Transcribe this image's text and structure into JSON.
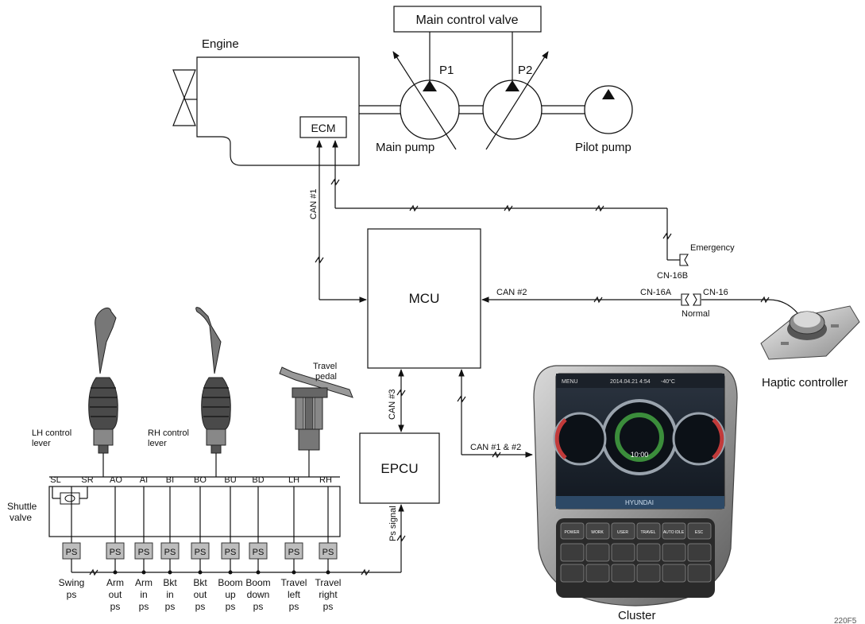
{
  "components": {
    "main_control_valve": "Main control valve",
    "engine": "Engine",
    "ecm": "ECM",
    "p1": "P1",
    "p2": "P2",
    "main_pump": "Main pump",
    "pilot_pump": "Pilot pump",
    "mcu": "MCU",
    "epcu": "EPCU",
    "emergency": "Emergency",
    "normal": "Normal",
    "haptic_controller": "Haptic controller",
    "cluster": "Cluster",
    "travel_pedal_line1": "Travel",
    "travel_pedal_line2": "pedal",
    "lh_lever_line1": "LH control",
    "lh_lever_line2": "lever",
    "rh_lever_line1": "RH control",
    "rh_lever_line2": "lever",
    "shuttle_valve_line1": "Shuttle",
    "shuttle_valve_line2": "valve",
    "figure_code": "220F5"
  },
  "signals": {
    "can1": "CAN #1",
    "can2": "CAN #2",
    "can3": "CAN #3",
    "can12": "CAN #1 & #2",
    "ps_signal": "Ps signal",
    "cn16b": "CN-16B",
    "cn16a": "CN-16A",
    "cn16": "CN-16"
  },
  "ports": [
    "SL",
    "SR",
    "AO",
    "AI",
    "BI",
    "BO",
    "BU",
    "BD",
    "LH",
    "RH"
  ],
  "ps_label": "PS",
  "sensors": [
    {
      "l1": "Swing",
      "l2": "ps",
      "l3": ""
    },
    {
      "l1": "Arm",
      "l2": "out",
      "l3": "ps"
    },
    {
      "l1": "Arm",
      "l2": "in",
      "l3": "ps"
    },
    {
      "l1": "Bkt",
      "l2": "in",
      "l3": "ps"
    },
    {
      "l1": "Bkt",
      "l2": "out",
      "l3": "ps"
    },
    {
      "l1": "Boom",
      "l2": "up",
      "l3": "ps"
    },
    {
      "l1": "Boom",
      "l2": "down",
      "l3": "ps"
    },
    {
      "l1": "Travel",
      "l2": "left",
      "l3": "ps"
    },
    {
      "l1": "Travel",
      "l2": "right",
      "l3": "ps"
    }
  ],
  "cluster_screen": {
    "menu": "MENU",
    "datetime": "2014.04.21 4:54",
    "temp": "-40°C",
    "clock": "10:00",
    "brand": "HYUNDAI",
    "buttons": [
      "POWER",
      "WORK",
      "USER",
      "TRAVEL",
      "AUTO IDLE",
      "ESC"
    ]
  }
}
